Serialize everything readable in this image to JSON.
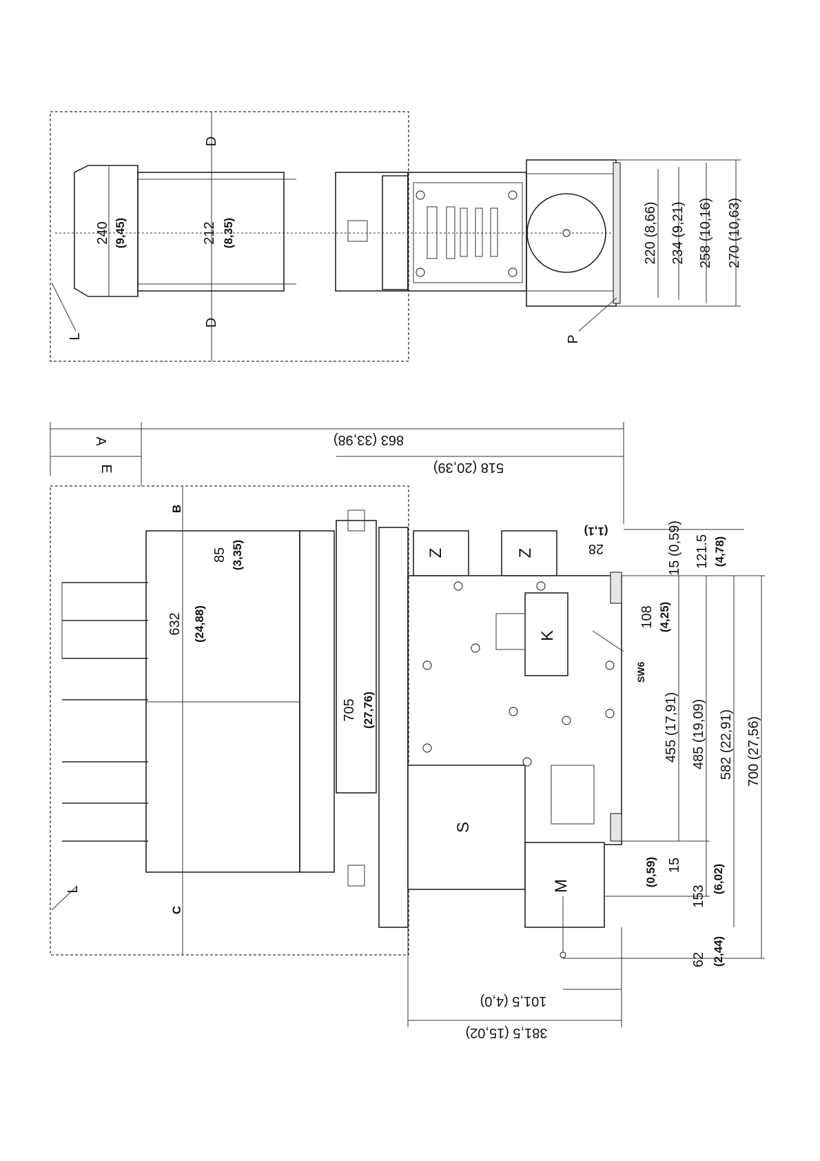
{
  "top_view": {
    "dims": {
      "d240": "240",
      "d240_in": "(9,45)",
      "d212": "212",
      "d212_in": "(8,35)",
      "d220": "220 (8,66)",
      "d234": "234 (9,21)",
      "d258": "258 (10,16)",
      "d270": "270 (10,63)"
    },
    "labels": {
      "d_top": "D",
      "d_bottom": "D",
      "l": "L",
      "p": "P"
    }
  },
  "side_view": {
    "dims": {
      "d863": "863  (33,98)",
      "d518": "518 (20,39)",
      "d85": "85",
      "d85_in": "(3,35)",
      "d632": "632",
      "d632_in": "(24,88)",
      "d705": "705",
      "d705_in": "(27,76)",
      "d28": "28",
      "d28_in": "(1,1)",
      "d15a": "15 (0,59)",
      "d121": "121.5",
      "d121_in": "(4,78)",
      "d108": "108",
      "d108_in": "(4,25)",
      "d455": "455  (17,91)",
      "d485": "485  (19,09)",
      "d582": "582  (22,91)",
      "d700": "700  (27,56)",
      "d15b": "15",
      "d15b_in": "(0,59)",
      "d153": "153",
      "d153_in": "(6,02)",
      "d62": "62",
      "d62_in": "(2,44)",
      "d101": "101,5  (4,0)",
      "d381": "381,5  (15,02)"
    },
    "labels": {
      "a": "A",
      "e": "E",
      "b": "B",
      "c": "C",
      "l": "L",
      "z1": "Z",
      "z2": "Z",
      "k": "K",
      "s": "S",
      "m": "M",
      "sw6": "SW6"
    }
  }
}
